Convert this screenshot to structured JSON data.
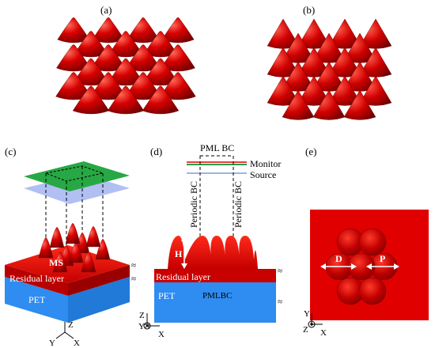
{
  "panels": {
    "a": "(a)",
    "b": "(b)",
    "c": "(c)",
    "d": "(d)",
    "e": "(e)"
  },
  "panel_c": {
    "ms": "MS",
    "residual": "Residual layer",
    "pet": "PET",
    "axes": {
      "z": "Z",
      "y": "Y",
      "x": "X"
    }
  },
  "panel_d": {
    "pml_top": "PML BC",
    "monitor": "Monitor",
    "source": "Source",
    "periodic_left": "Periodic BC",
    "periodic_right": "Periodic BC",
    "height": "H",
    "residual": "Residual layer",
    "pet": "PET",
    "pml_bottom": "PMLBC",
    "axes": {
      "z": "Z",
      "y": "Y",
      "x": "X"
    }
  },
  "panel_e": {
    "d": "D",
    "p": "P",
    "axes": {
      "y": "Y",
      "z": "Z",
      "x": "X"
    }
  },
  "colors": {
    "red": "#e10000",
    "dark_red": "#8c0000",
    "blue": "#2f8cf0",
    "green": "#20a83c",
    "monitor": "#2aa04a",
    "source": "#9fb3e8"
  }
}
